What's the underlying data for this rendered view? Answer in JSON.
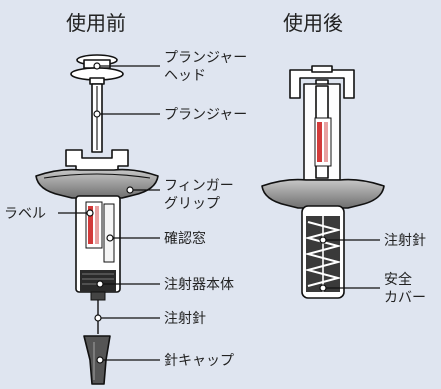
{
  "titles": {
    "before": "使用前",
    "after": "使用後"
  },
  "labels": {
    "plunger_head_line1": "プランジャー",
    "plunger_head_line2": "ヘッド",
    "plunger": "プランジャー",
    "finger_grip_line1": "フィンガー",
    "finger_grip_line2": "グリップ",
    "label": "ラベル",
    "window": "確認窓",
    "syringe_body": "注射器本体",
    "needle_before": "注射針",
    "needle_cap": "針キャップ",
    "needle_after": "注射針",
    "safety_cover_line1": "安全",
    "safety_cover_line2": "カバー"
  },
  "colors": {
    "background": "#dfe5f0",
    "ink": "#111111",
    "white": "#ffffff",
    "grip_gray": "#8a8a8a",
    "dark": "#2a2a2a",
    "label_red": "#d23a3a"
  }
}
